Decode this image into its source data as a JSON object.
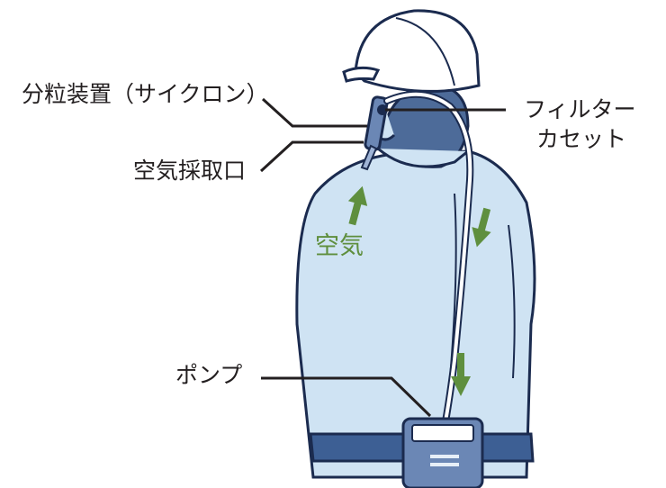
{
  "labels": {
    "cyclone": "分粒装置（サイクロン）",
    "intake": "空気採取口",
    "filter_line1": "フィルター",
    "filter_line2": "カセット",
    "air": "空気",
    "pump": "ポンプ"
  },
  "colors": {
    "shirt": "#cfe3f3",
    "outline": "#1b2b4f",
    "hair": "#4d6b99",
    "belt": "#3d5f94",
    "pump_body": "#6b87b5",
    "arrow_green": "#5f8f3e",
    "label_text": "#231f20"
  }
}
